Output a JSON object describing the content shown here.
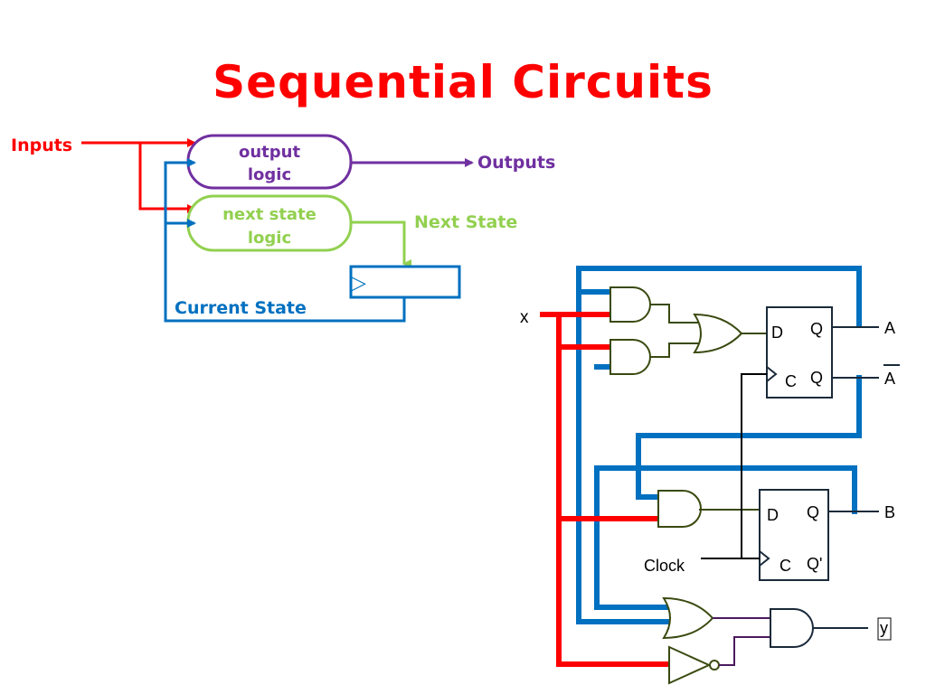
{
  "title": "Sequential Circuits",
  "block_diagram": {
    "inputs_label": "Inputs",
    "output_logic_label": [
      "output",
      "logic"
    ],
    "next_state_logic_label": [
      "next state",
      "logic"
    ],
    "outputs_label": "Outputs",
    "next_state_label": "Next State",
    "current_state_label": "Current State",
    "register_clock_symbol": "▷"
  },
  "circuit": {
    "input_x_label": "x",
    "clock_label": "Clock",
    "flipflop_a": {
      "d_label": "D",
      "c_label": "C",
      "q_label": "Q",
      "qbar_label": "Q"
    },
    "flipflop_b": {
      "d_label": "D",
      "c_label": "C",
      "q_label": "Q",
      "qprime_label": "Q'"
    },
    "output_a_label": "A",
    "output_abar_label": "A",
    "output_b_label": "B",
    "output_y_label": "y"
  },
  "colors": {
    "title": "#ff0000",
    "inputs": "#ff0000",
    "output_logic": "#7030a0",
    "next_state_logic": "#92d050",
    "current_state": "#0070c0",
    "circuit_red": "#ff0000",
    "circuit_blue": "#0070c0",
    "gate_stroke": "#3a4a10",
    "ff_stroke": "#1a2a3a"
  }
}
